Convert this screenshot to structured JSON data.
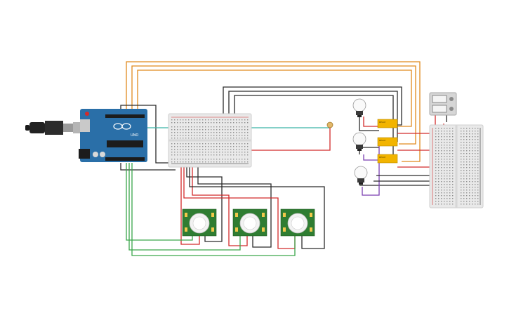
{
  "canvas": {
    "background": "#ffffff"
  },
  "colors": {
    "wire_orange": "#e08a1e",
    "wire_black": "#2b2b2b",
    "wire_red": "#d22a2a",
    "wire_green": "#3aa64a",
    "wire_purple": "#7a3fb0",
    "wire_teal": "#3bb3a8",
    "arduino_blue": "#2a6fa8",
    "pir_green": "#2f7d32",
    "relay_yellow": "#f2b400",
    "breadboard": "#e9e9e9"
  },
  "arduino": {
    "brand": "UNO",
    "logo": "arduino-infinity-icon"
  },
  "relays": [
    {
      "label": "RELAY"
    },
    {
      "label": "RELAY"
    },
    {
      "label": "RELAY"
    }
  ],
  "pir_sensors": [
    {
      "name": "pir-sensor-1"
    },
    {
      "name": "pir-sensor-2"
    },
    {
      "name": "pir-sensor-3"
    }
  ],
  "bulbs": [
    {
      "name": "bulb-1"
    },
    {
      "name": "bulb-2"
    },
    {
      "name": "bulb-3"
    }
  ]
}
